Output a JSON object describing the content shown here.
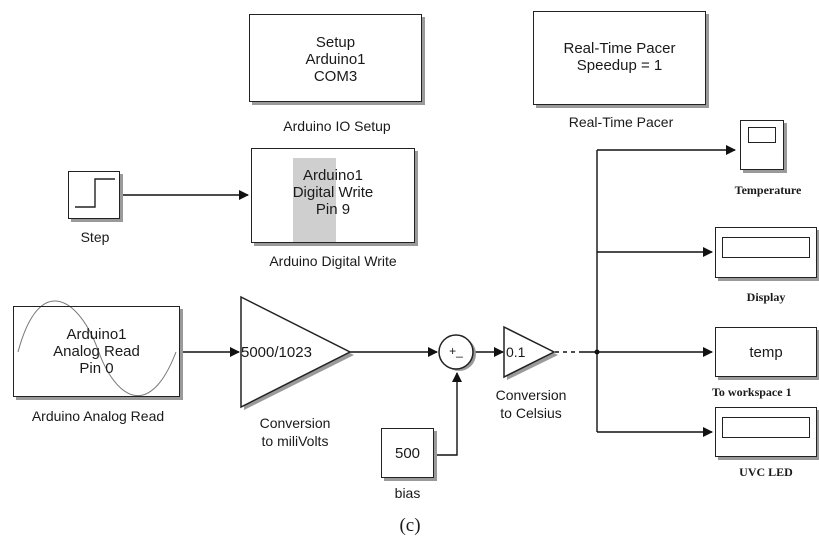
{
  "blocks": {
    "setup": {
      "lines": [
        "Setup",
        "Arduino1",
        "COM3"
      ],
      "label": "Arduino IO Setup"
    },
    "pacer": {
      "lines": [
        "Real-Time Pacer",
        "Speedup = 1"
      ],
      "label": "Real-Time Pacer"
    },
    "step": {
      "label": "Step"
    },
    "digital_write": {
      "lines": [
        "Arduino1",
        "Digital Write",
        "Pin 9"
      ],
      "label": "Arduino Digital Write"
    },
    "analog_read": {
      "lines": [
        "Arduino1",
        "Analog Read",
        "Pin 0"
      ],
      "label": "Arduino Analog Read"
    },
    "gain1": {
      "value": "5000/1023",
      "label_lines": [
        "Conversion",
        "to miliVolts"
      ]
    },
    "sum": {
      "signs": "+_"
    },
    "gain2": {
      "value": "0.1",
      "label_lines": [
        "Conversion",
        "to Celsius"
      ]
    },
    "bias": {
      "value": "500",
      "label": "bias"
    },
    "scope": {
      "label": "Temperature"
    },
    "display": {
      "label": "Display"
    },
    "workspace": {
      "value": "temp",
      "label": "To workspace 1"
    },
    "uvc": {
      "label": "UVC LED"
    }
  },
  "caption": "(c)"
}
